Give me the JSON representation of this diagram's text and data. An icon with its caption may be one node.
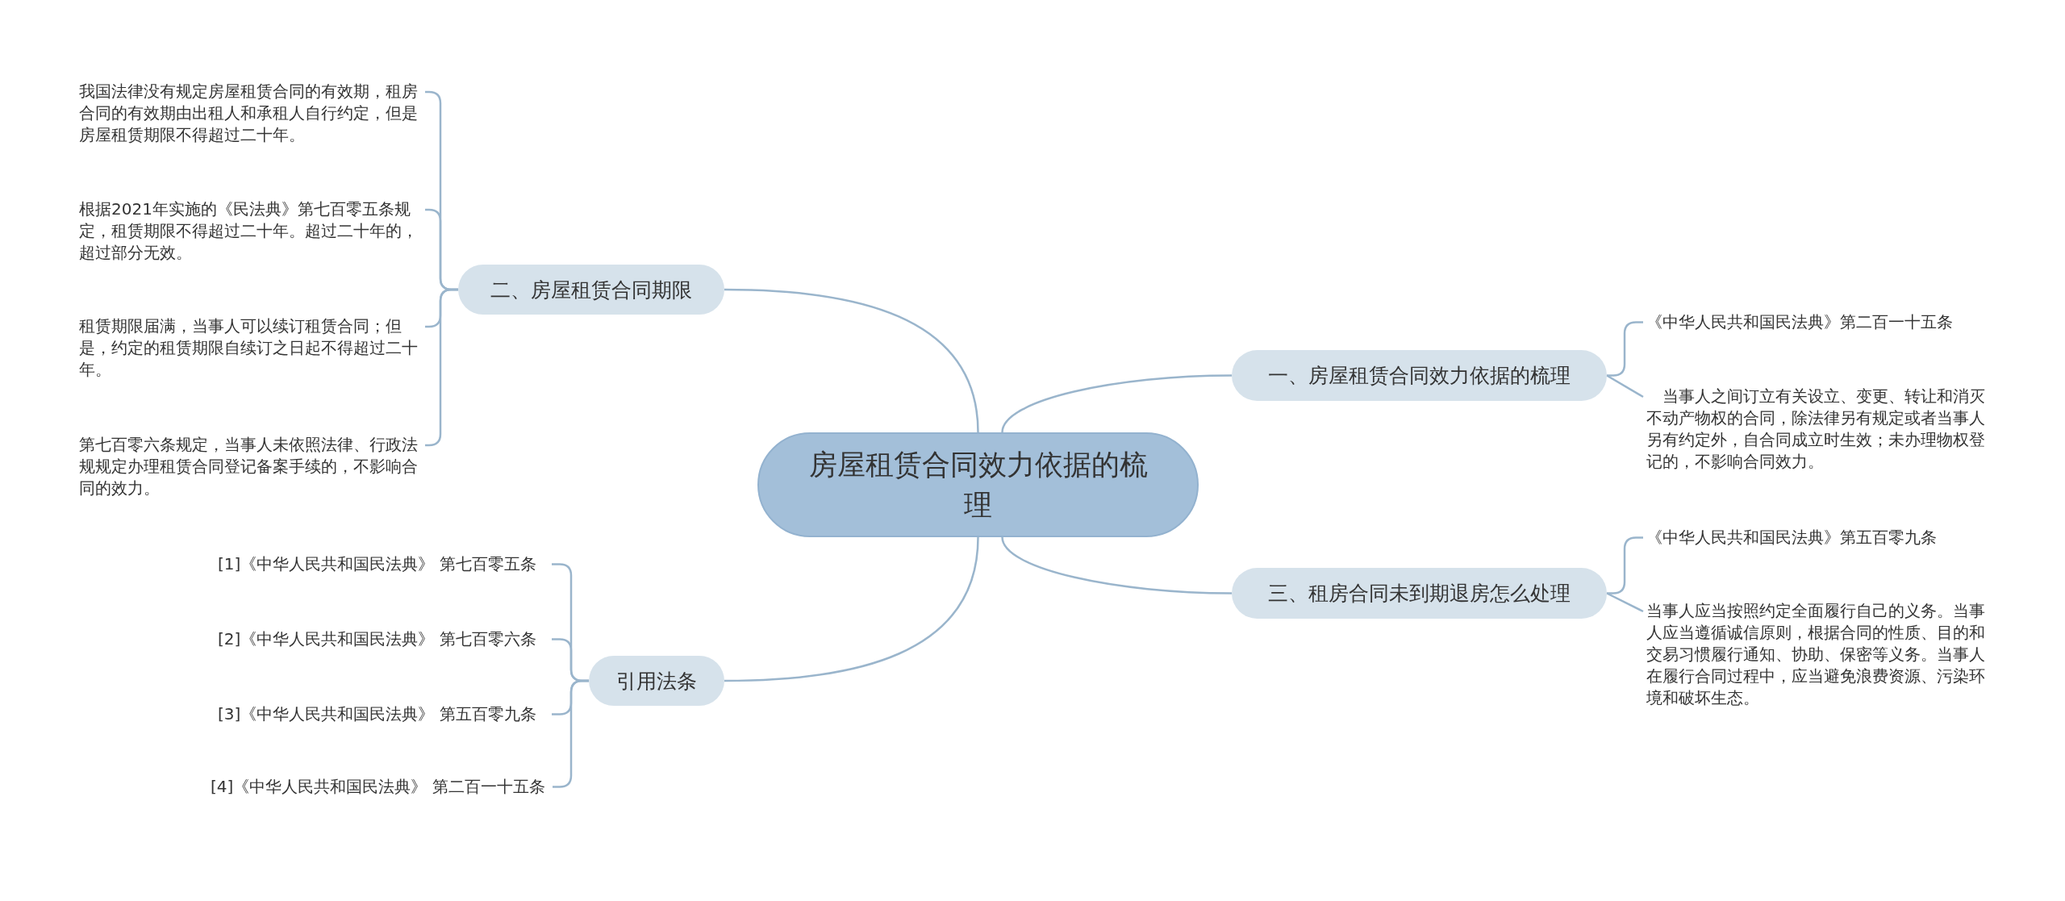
{
  "diagram": {
    "nodes": [
      {
        "text": [
          "房屋租赁合同效力依据的梳理"
        ]
      },
      {
        "text": [
          "一、房屋租赁合同效力依据的梳理"
        ]
      },
      {
        "text": [
          "《中华人民共和国民法典》第二百一十五条"
        ]
      },
      {
        "text": [
          "当事人之间订立有关设立、变更、转让和消灭不动产物权的合同，除法律另有规定或者当事人另有约定外，自合同成立时生效；未办理物权登记的，不影响合同效力。"
        ]
      },
      {
        "text": [
          "三、租房合同未到期退房怎么处理"
        ]
      },
      {
        "text": [
          "《中华人民共和国民法典》第五百零九条"
        ]
      },
      {
        "text": [
          "当事人应当按照约定全面履行自己的义务。当事人应当遵循诚信原则，根据合同的性质、目的和交易习惯履行通知、协助、保密等义务。当事人在履行合同过程中，应当避免浪费资源、污染环境和破坏生态。"
        ]
      },
      {
        "text": [
          "二、房屋租赁合同期限"
        ]
      },
      {
        "text": [
          "我国法律没有规定房屋租赁合同的有效期，租房合同的有效期由出租人和承租人自行约定，但是房屋租赁期限不得超过二十年。"
        ]
      },
      {
        "text": [
          "根据2021年实施的《民法典》第七百零五条规定，租赁期限不得超过二十年。超过二十年的，超过部分无效。"
        ]
      },
      {
        "text": [
          "租赁期限届满，当事人可以续订租赁合同；但是，约定的租赁期限自续订之日起不得超过二十年。"
        ]
      },
      {
        "text": [
          "第七百零六条规定，当事人未依照法律、行政法规规定办理租赁合同登记备案手续的，不影响合同的效力。"
        ]
      },
      {
        "text": [
          "引用法条"
        ]
      },
      {
        "text": [
          "[1]《中华人民共和国民法典》 第七百零五条"
        ]
      },
      {
        "text": [
          "[2]《中华人民共和国民法典》 第七百零六条"
        ]
      },
      {
        "text": [
          "[3]《中华人民共和国民法典》 第五百零九条"
        ]
      },
      {
        "text": [
          "[4]《中华人民共和国民法典》 第二百一十五条"
        ]
      }
    ],
    "edges": [
      {
        "from": 0,
        "to": 1,
        "arrow": "none"
      },
      {
        "from": 1,
        "to": 2,
        "arrow": "none"
      },
      {
        "from": 1,
        "to": 3,
        "arrow": "none"
      },
      {
        "from": 0,
        "to": 4,
        "arrow": "none"
      },
      {
        "from": 4,
        "to": 5,
        "arrow": "none"
      },
      {
        "from": 4,
        "to": 6,
        "arrow": "none"
      },
      {
        "from": 0,
        "to": 7,
        "arrow": "none"
      },
      {
        "from": 7,
        "to": 8,
        "arrow": "none"
      },
      {
        "from": 7,
        "to": 9,
        "arrow": "none"
      },
      {
        "from": 7,
        "to": 10,
        "arrow": "none"
      },
      {
        "from": 7,
        "to": 11,
        "arrow": "none"
      },
      {
        "from": 0,
        "to": 12,
        "arrow": "none"
      },
      {
        "from": 12,
        "to": 13,
        "arrow": "none"
      },
      {
        "from": 12,
        "to": 14,
        "arrow": "none"
      },
      {
        "from": 12,
        "to": 15,
        "arrow": "none"
      },
      {
        "from": 12,
        "to": 16,
        "arrow": "none"
      }
    ]
  }
}
